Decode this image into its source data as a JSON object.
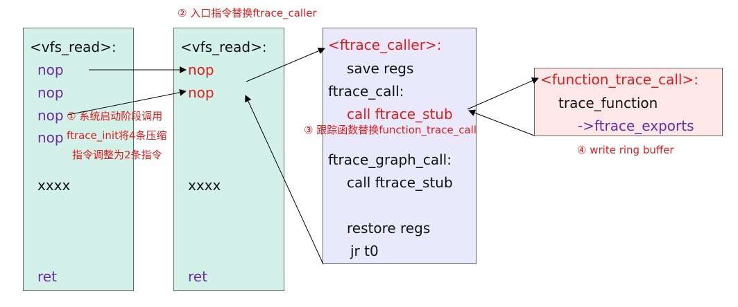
{
  "colors": {
    "teal_box": "#d4f1e9",
    "lavender_box": "#e9e9fb",
    "pink_box": "#fde7e7",
    "red_text": "#e41b1b",
    "purple_text": "#6a2ca8"
  },
  "left_box": {
    "title": "<vfs_read>:",
    "nop1": "nop",
    "nop2": "nop",
    "nop3": "nop",
    "nop4": "nop",
    "xxxx": "xxxx",
    "ret": "ret"
  },
  "mid_box": {
    "title": "<vfs_read>:",
    "nop1": "nop",
    "nop2": "nop",
    "xxxx": "xxxx",
    "ret": "ret"
  },
  "caller_box": {
    "title": "<ftrace_caller>:",
    "save_regs": "save regs",
    "ftrace_call": "ftrace_call:",
    "call_stub_1": "call ftrace_stub",
    "graph_call": "ftrace_graph_call:",
    "call_stub_2": "call ftrace_stub",
    "restore_regs": "restore regs",
    "jr": "jr t0"
  },
  "func_box": {
    "title": "<function_trace_call>:",
    "trace_function": "trace_function",
    "exports": "->ftrace_exports"
  },
  "notes": {
    "step1_line1": "① 系统启动阶段调用",
    "step1_line2": "ftrace_init将4条压缩",
    "step1_line3": "指令调整为2条指令",
    "step2": "② 入口指令替换ftrace_caller",
    "step3": "③ 跟踪函数替换function_trace_call",
    "step4": "④ write ring buffer"
  }
}
